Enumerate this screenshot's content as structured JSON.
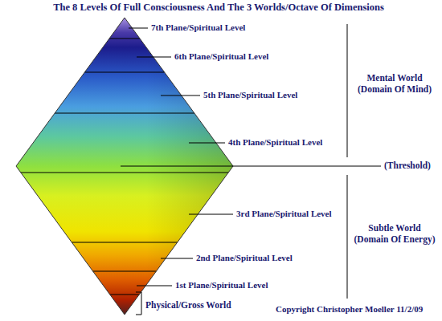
{
  "diagram": {
    "title": "The 8 Levels Of Full Consciousness And The 3 Worlds/Octave Of Dimensions",
    "labels": [
      "7th Plane/Spiritual Level",
      "6th Plane/Spiritual Level",
      "5th Plane/Spiritual Level",
      "4th Plane/Spiritual Level",
      "Mental World (Domain Of Mind)",
      "(Threshold)",
      "3rd Plane/Spiritual Level",
      "Subtle World (Domain Of Energy)",
      "2nd Plane/Spiritual Level",
      "1st Plane/Spiritual Level",
      "Physical/Gross World",
      "Copyright Christopher Moeller 11/2/09"
    ]
  }
}
